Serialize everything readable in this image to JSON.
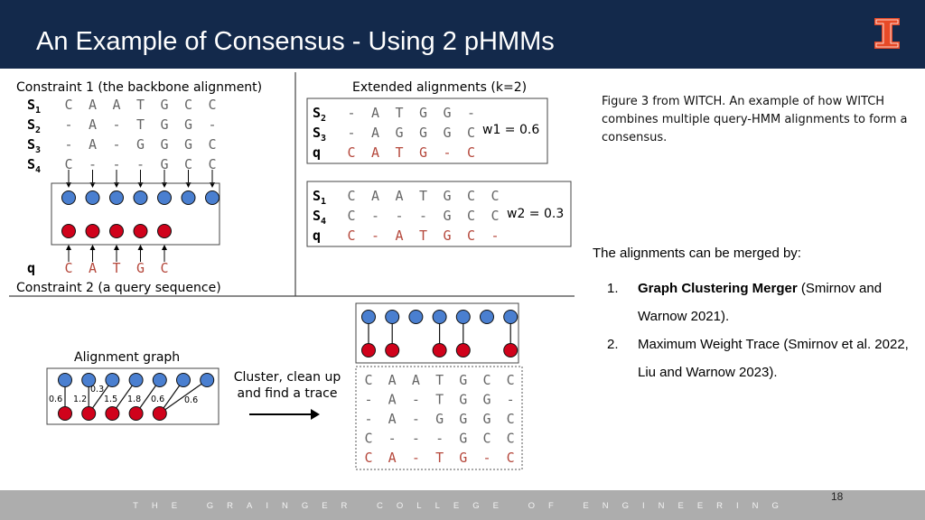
{
  "slide": {
    "title": "An Example of Consensus - Using 2 pHMMs",
    "page_number": "18",
    "footer": "THE GRAINGER COLLEGE OF ENGINEERING",
    "colors": {
      "header": "#13294b",
      "logo": "#e84a27",
      "footer": "#adadad"
    }
  },
  "figure": {
    "constraint1_title": "Constraint 1 (the backbone alignment)",
    "backbone_labels": [
      "S1",
      "S2",
      "S3",
      "S4"
    ],
    "backbone_rows": [
      [
        "C",
        "A",
        "A",
        "T",
        "G",
        "C",
        "C"
      ],
      [
        "-",
        "A",
        "-",
        "T",
        "G",
        "G",
        "-"
      ],
      [
        "-",
        "A",
        "-",
        "G",
        "G",
        "G",
        "C"
      ],
      [
        "C",
        "-",
        "-",
        "-",
        "G",
        "C",
        "C"
      ]
    ],
    "query_label": "q",
    "query_row": [
      "C",
      "A",
      "T",
      "G",
      "C"
    ],
    "constraint2_title": "Constraint 2 (a query sequence)",
    "extended_title": "Extended alignments (k=2)",
    "ext1": {
      "labels": [
        "S2",
        "S3",
        "q"
      ],
      "rows": [
        [
          "-",
          "A",
          "T",
          "G",
          "G",
          "-"
        ],
        [
          "-",
          "A",
          "G",
          "G",
          "G",
          "C"
        ],
        [
          "C",
          "A",
          "T",
          "G",
          "-",
          "C"
        ]
      ],
      "weight": "w1 = 0.6"
    },
    "ext2": {
      "labels": [
        "S1",
        "S4",
        "q"
      ],
      "rows": [
        [
          "C",
          "A",
          "A",
          "T",
          "G",
          "C",
          "C"
        ],
        [
          "C",
          "-",
          "-",
          "-",
          "G",
          "C",
          "C"
        ],
        [
          "C",
          "-",
          "A",
          "T",
          "G",
          "C",
          "-"
        ]
      ],
      "weight": "w2 = 0.3"
    },
    "graph_title": "Alignment graph",
    "graph_weights": [
      "0.6",
      "1.2",
      "0.3",
      "1.5",
      "1.8",
      "0.6",
      "0.6"
    ],
    "cluster_label": [
      "Cluster, clean up",
      "and find a trace"
    ],
    "result_rows": [
      [
        "C",
        "A",
        "A",
        "T",
        "G",
        "C",
        "C"
      ],
      [
        "-",
        "A",
        "-",
        "T",
        "G",
        "G",
        "-"
      ],
      [
        "-",
        "A",
        "-",
        "G",
        "G",
        "G",
        "C"
      ],
      [
        "C",
        "-",
        "-",
        "-",
        "G",
        "C",
        "C"
      ],
      [
        "C",
        "A",
        "-",
        "T",
        "G",
        "-",
        "C"
      ]
    ]
  },
  "caption": "Figure 3 from WITCH. An example of how WITCH combines multiple query-HMM alignments to form a consensus.",
  "merge": {
    "title": "The alignments can be merged by:",
    "items": [
      {
        "num": "1.",
        "bold": "Graph Clustering Merger",
        "rest": " (Smirnov and Warnow 2021)."
      },
      {
        "num": "2.",
        "bold": "",
        "rest": "Maximum Weight Trace (Smirnov et al. 2022, Liu and Warnow 2023)."
      }
    ]
  }
}
